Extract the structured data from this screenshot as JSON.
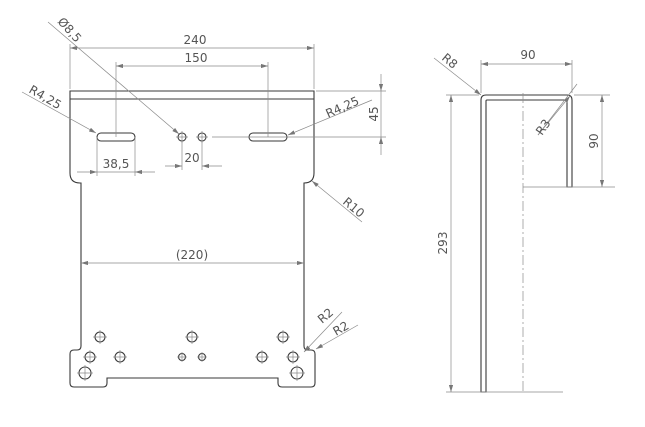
{
  "drawing": {
    "front_view": {
      "overall_width": "240",
      "slot_spacing": "150",
      "hole_diameter": "Ø8,5",
      "slot_radius_left": "R4,25",
      "slot_radius_right": "R4,25",
      "flange_height": "45",
      "slot_length": "38,5",
      "hole_spacing": "20",
      "corner_radius": "R10",
      "body_width": "(220)",
      "notch_radius_1": "R2",
      "notch_radius_2": "R2"
    },
    "side_view": {
      "bend_radius_outer": "R8",
      "flange_depth": "90",
      "bend_radius_inner": "R3",
      "leg_height": "90",
      "overall_height": "293"
    }
  }
}
